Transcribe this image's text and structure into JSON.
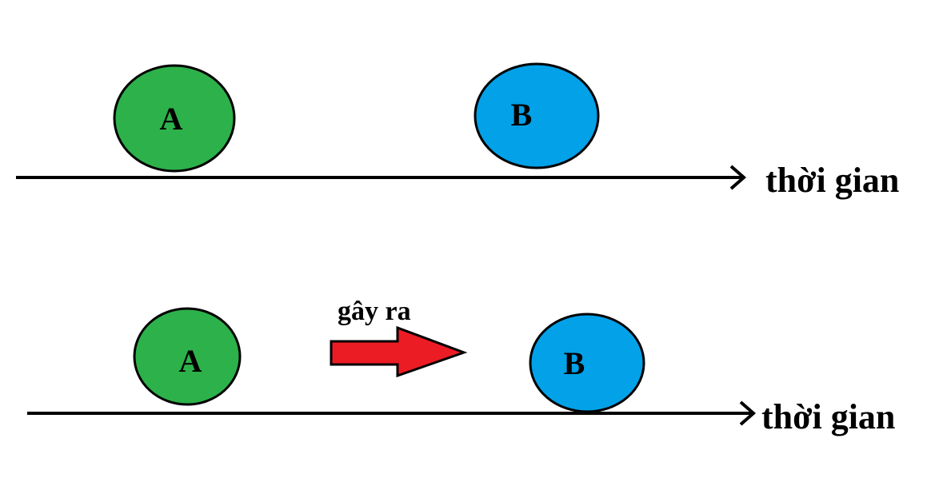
{
  "colors": {
    "event_a": "#2db14a",
    "event_b": "#02a1e8",
    "cause_arrow": "#ec1c24",
    "line": "#000000",
    "background": "#ffffff"
  },
  "top_panel": {
    "event_a_label": "A",
    "event_b_label": "B",
    "axis_label": "thời gian"
  },
  "bottom_panel": {
    "event_a_label": "A",
    "event_b_label": "B",
    "axis_label": "thời gian",
    "arrow_label": "gây ra"
  }
}
